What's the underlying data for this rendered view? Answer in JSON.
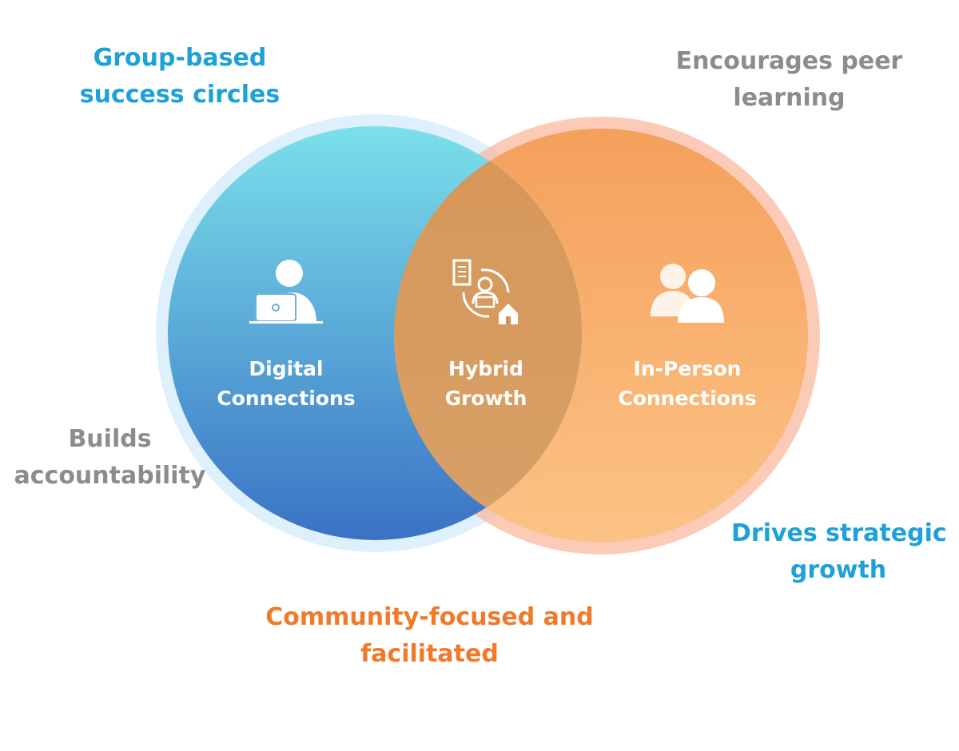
{
  "colors": {
    "blue_top": "#7ae0ea",
    "blue_bottom": "#3a72c4",
    "orange_top": "#f49b52",
    "orange_bottom": "#fcc27f",
    "label_blue": "#1ea1d8",
    "label_gray": "#8c8c8c",
    "label_orange": "#f07a2a"
  },
  "circles": {
    "digital": {
      "line1": "Digital",
      "line2": "Connections",
      "icon": "person-laptop-icon"
    },
    "hybrid": {
      "line1": "Hybrid",
      "line2": "Growth",
      "icon": "hybrid-work-icon"
    },
    "in_person": {
      "line1": "In-Person",
      "line2": "Connections",
      "icon": "two-people-icon"
    }
  },
  "labels": {
    "top_left": {
      "line1": "Group-based",
      "line2": "success circles"
    },
    "top_right": {
      "line1": "Encourages peer",
      "line2": "learning"
    },
    "mid_left": {
      "line1": "Builds",
      "line2": "accountability"
    },
    "bottom_right": {
      "line1": "Drives strategic",
      "line2": "growth"
    },
    "bottom_center": {
      "line1": "Community-focused and",
      "line2": "facilitated"
    }
  }
}
